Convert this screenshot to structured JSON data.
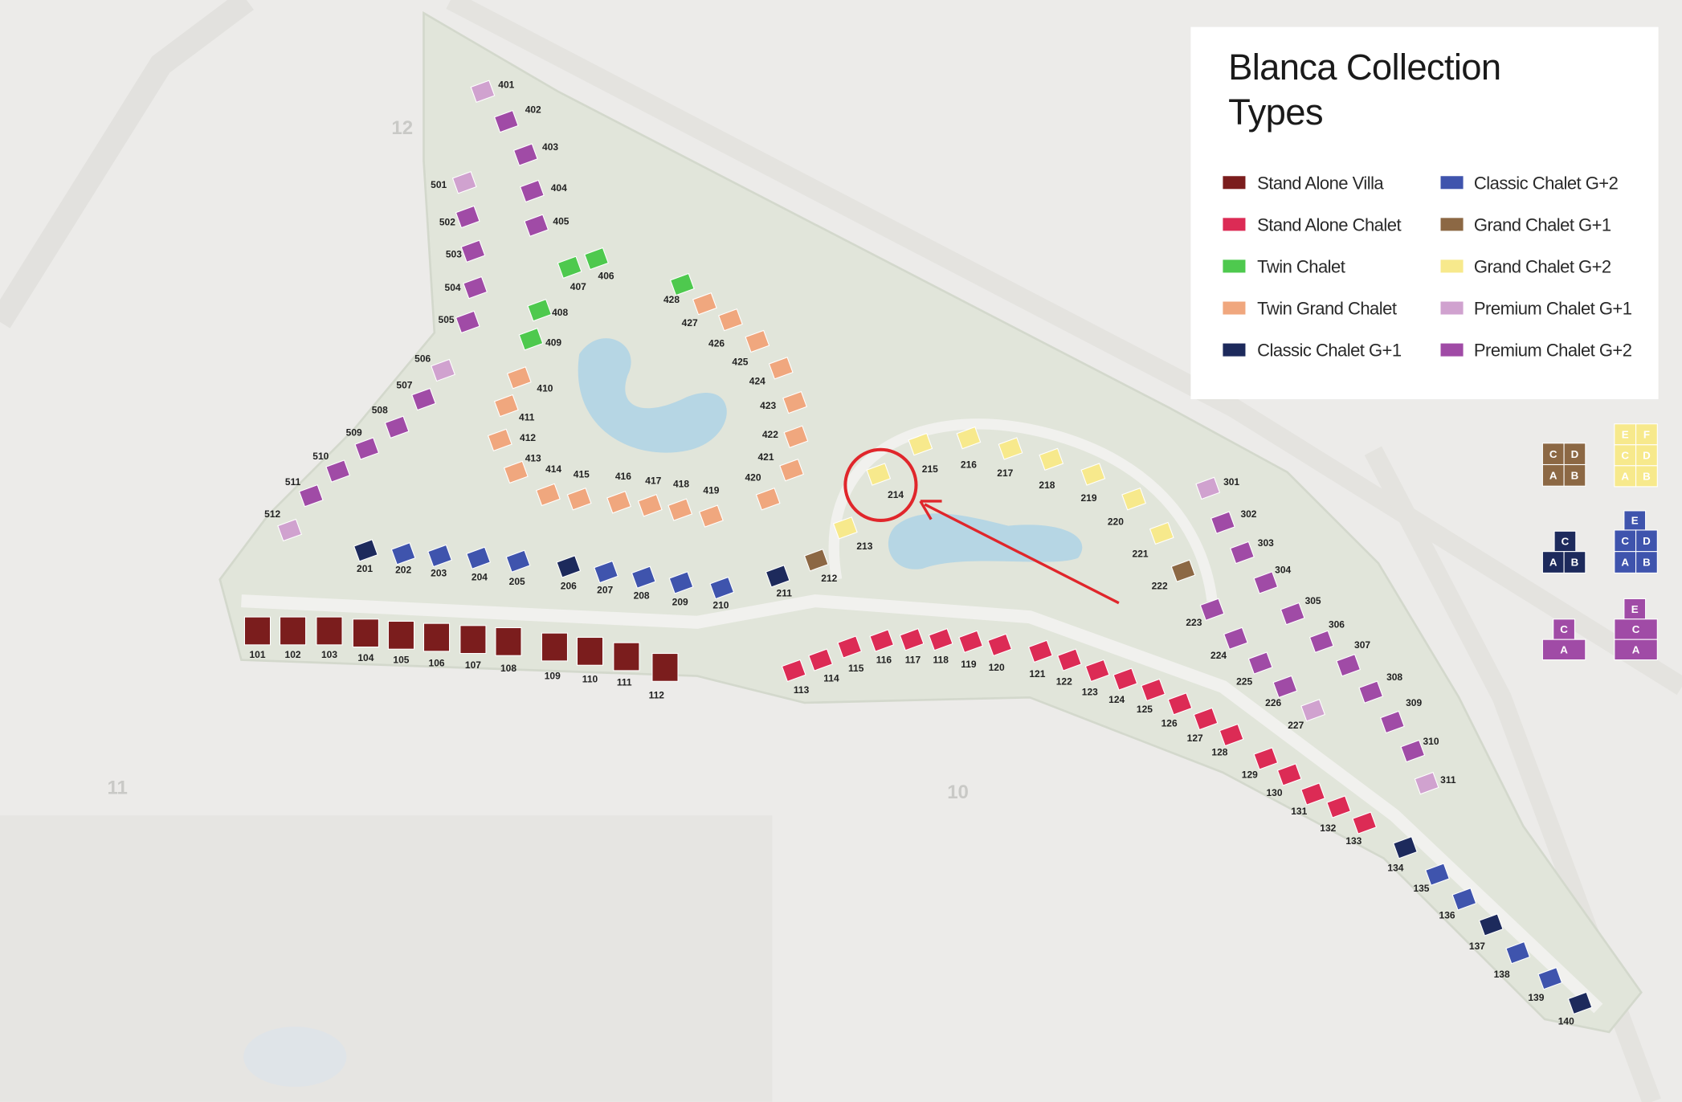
{
  "legend": {
    "title_line1": "Blanca Collection",
    "title_line2": "Types",
    "types": [
      {
        "label": "Stand Alone Villa",
        "color": "#7b1d1d"
      },
      {
        "label": "Stand Alone Chalet",
        "color": "#dc2b55"
      },
      {
        "label": "Twin Chalet",
        "color": "#4ec94e"
      },
      {
        "label": "Twin Grand Chalet",
        "color": "#f0a77e"
      },
      {
        "label": "Classic Chalet G+1",
        "color": "#1d2a5c"
      },
      {
        "label": "Classic Chalet G+2",
        "color": "#3f54ad"
      },
      {
        "label": "Grand Chalet G+1",
        "color": "#8c6844"
      },
      {
        "label": "Grand Chalet G+2",
        "color": "#f7e98c"
      },
      {
        "label": "Premium Chalet G+1",
        "color": "#d0a2cf"
      },
      {
        "label": "Premium Chalet G+2",
        "color": "#a04ba6"
      }
    ]
  },
  "map_labels": [
    "12",
    "11",
    "10"
  ],
  "highlight": {
    "unit": "214",
    "color": "#e0262b"
  },
  "diagrams": [
    {
      "type": 6,
      "cells": [
        "C",
        "D",
        "A",
        "B"
      ]
    },
    {
      "type": 7,
      "cells": [
        "E",
        "F",
        "C",
        "D",
        "A",
        "B"
      ]
    },
    {
      "type": 4,
      "cells": [
        "C",
        "A",
        "B"
      ]
    },
    {
      "type": 5,
      "cells": [
        "E",
        "C",
        "D",
        "A",
        "B"
      ]
    },
    {
      "type": 9,
      "cells": [
        "C",
        "A"
      ]
    },
    {
      "type": 9,
      "cells": [
        "E",
        "C",
        "A"
      ]
    }
  ],
  "units": [
    {
      "label": "101",
      "type": 0
    },
    {
      "label": "102",
      "type": 0
    },
    {
      "label": "103",
      "type": 0
    },
    {
      "label": "104",
      "type": 0
    },
    {
      "label": "105",
      "type": 0
    },
    {
      "label": "106",
      "type": 0
    },
    {
      "label": "107",
      "type": 0
    },
    {
      "label": "108",
      "type": 0
    },
    {
      "label": "109",
      "type": 0
    },
    {
      "label": "110",
      "type": 0
    },
    {
      "label": "111",
      "type": 0
    },
    {
      "label": "112",
      "type": 0
    },
    {
      "label": "113",
      "type": 1
    },
    {
      "label": "114",
      "type": 1
    },
    {
      "label": "115",
      "type": 1
    },
    {
      "label": "116",
      "type": 1
    },
    {
      "label": "117",
      "type": 1
    },
    {
      "label": "118",
      "type": 1
    },
    {
      "label": "119",
      "type": 1
    },
    {
      "label": "120",
      "type": 1
    },
    {
      "label": "121",
      "type": 1
    },
    {
      "label": "122",
      "type": 1
    },
    {
      "label": "123",
      "type": 1
    },
    {
      "label": "124",
      "type": 1
    },
    {
      "label": "125",
      "type": 1
    },
    {
      "label": "126",
      "type": 1
    },
    {
      "label": "127",
      "type": 1
    },
    {
      "label": "128",
      "type": 1
    },
    {
      "label": "129",
      "type": 1
    },
    {
      "label": "130",
      "type": 1
    },
    {
      "label": "131",
      "type": 1
    },
    {
      "label": "132",
      "type": 1
    },
    {
      "label": "133",
      "type": 1
    },
    {
      "label": "134",
      "type": 4
    },
    {
      "label": "135",
      "type": 5
    },
    {
      "label": "136",
      "type": 5
    },
    {
      "label": "137",
      "type": 4
    },
    {
      "label": "138",
      "type": 5
    },
    {
      "label": "139",
      "type": 5
    },
    {
      "label": "140",
      "type": 4
    },
    {
      "label": "201",
      "type": 4
    },
    {
      "label": "202",
      "type": 5
    },
    {
      "label": "203",
      "type": 5
    },
    {
      "label": "204",
      "type": 5
    },
    {
      "label": "205",
      "type": 5
    },
    {
      "label": "206",
      "type": 4
    },
    {
      "label": "207",
      "type": 5
    },
    {
      "label": "208",
      "type": 5
    },
    {
      "label": "209",
      "type": 5
    },
    {
      "label": "210",
      "type": 5
    },
    {
      "label": "211",
      "type": 4
    },
    {
      "label": "212",
      "type": 6
    },
    {
      "label": "213",
      "type": 7
    },
    {
      "label": "214",
      "type": 7
    },
    {
      "label": "215",
      "type": 7
    },
    {
      "label": "216",
      "type": 7
    },
    {
      "label": "217",
      "type": 7
    },
    {
      "label": "218",
      "type": 7
    },
    {
      "label": "219",
      "type": 7
    },
    {
      "label": "220",
      "type": 7
    },
    {
      "label": "221",
      "type": 7
    },
    {
      "label": "222",
      "type": 6
    },
    {
      "label": "223",
      "type": 9
    },
    {
      "label": "224",
      "type": 9
    },
    {
      "label": "225",
      "type": 9
    },
    {
      "label": "226",
      "type": 9
    },
    {
      "label": "227",
      "type": 8
    },
    {
      "label": "301",
      "type": 8
    },
    {
      "label": "302",
      "type": 9
    },
    {
      "label": "303",
      "type": 9
    },
    {
      "label": "304",
      "type": 9
    },
    {
      "label": "305",
      "type": 9
    },
    {
      "label": "306",
      "type": 9
    },
    {
      "label": "307",
      "type": 9
    },
    {
      "label": "308",
      "type": 9
    },
    {
      "label": "309",
      "type": 9
    },
    {
      "label": "310",
      "type": 9
    },
    {
      "label": "311",
      "type": 8
    },
    {
      "label": "401",
      "type": 8
    },
    {
      "label": "402",
      "type": 9
    },
    {
      "label": "403",
      "type": 9
    },
    {
      "label": "404",
      "type": 9
    },
    {
      "label": "405",
      "type": 9
    },
    {
      "label": "406",
      "type": 2
    },
    {
      "label": "407",
      "type": 2
    },
    {
      "label": "408",
      "type": 2
    },
    {
      "label": "409",
      "type": 2
    },
    {
      "label": "410",
      "type": 3
    },
    {
      "label": "411",
      "type": 3
    },
    {
      "label": "412",
      "type": 3
    },
    {
      "label": "413",
      "type": 3
    },
    {
      "label": "414",
      "type": 3
    },
    {
      "label": "415",
      "type": 3
    },
    {
      "label": "416",
      "type": 3
    },
    {
      "label": "417",
      "type": 3
    },
    {
      "label": "418",
      "type": 3
    },
    {
      "label": "419",
      "type": 3
    },
    {
      "label": "420",
      "type": 3
    },
    {
      "label": "421",
      "type": 3
    },
    {
      "label": "422",
      "type": 3
    },
    {
      "label": "423",
      "type": 3
    },
    {
      "label": "424",
      "type": 3
    },
    {
      "label": "425",
      "type": 3
    },
    {
      "label": "426",
      "type": 3
    },
    {
      "label": "427",
      "type": 3
    },
    {
      "label": "428",
      "type": 2
    },
    {
      "label": "501",
      "type": 8
    },
    {
      "label": "502",
      "type": 9
    },
    {
      "label": "503",
      "type": 9
    },
    {
      "label": "504",
      "type": 9
    },
    {
      "label": "505",
      "type": 9
    },
    {
      "label": "506",
      "type": 8
    },
    {
      "label": "507",
      "type": 9
    },
    {
      "label": "508",
      "type": 9
    },
    {
      "label": "509",
      "type": 9
    },
    {
      "label": "510",
      "type": 9
    },
    {
      "label": "511",
      "type": 9
    },
    {
      "label": "512",
      "type": 8
    }
  ]
}
